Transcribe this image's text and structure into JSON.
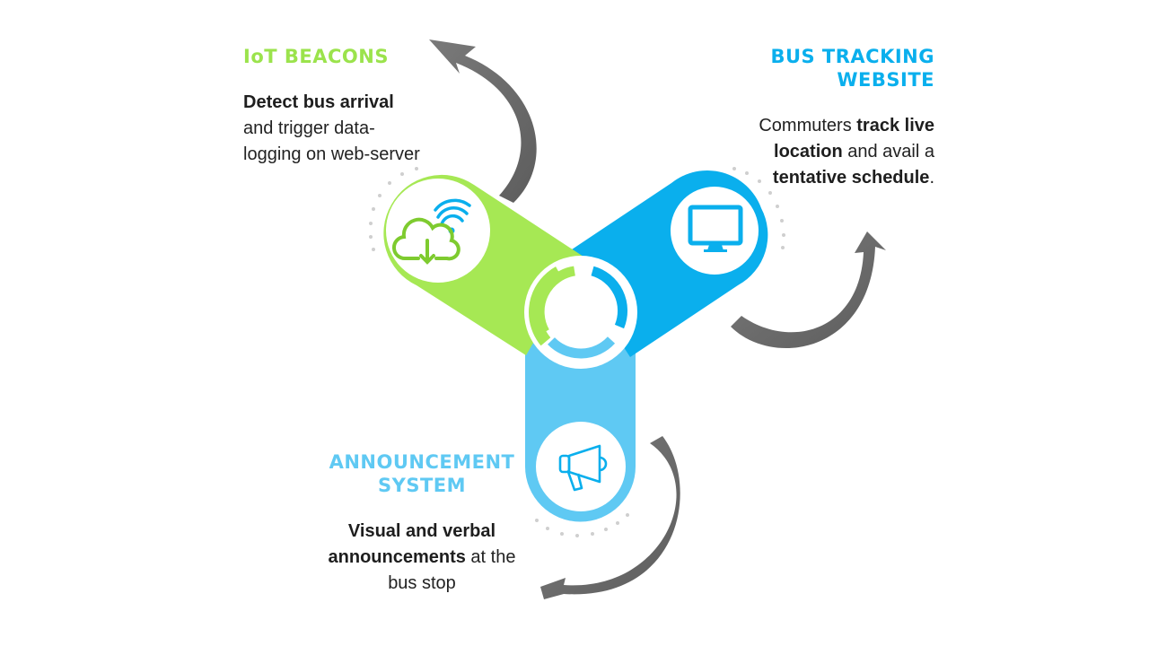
{
  "sections": {
    "iot": {
      "title": "IoT BEACONS",
      "desc_bold": "Detect bus arrival",
      "desc_rest": " and trigger data-logging on web-server",
      "icon": "cloud-download-wifi-icon",
      "color": "#9be34c"
    },
    "bus": {
      "title_line1": "BUS TRACKING",
      "title_line2": "WEBSITE",
      "desc_1": "Commuters ",
      "desc_2": "track live location",
      "desc_3": " and avail a ",
      "desc_4": "tentative schedule",
      "desc_5": ".",
      "icon": "monitor-icon",
      "color": "#0aafed"
    },
    "ann": {
      "title_line1": "ANNOUNCEMENT",
      "title_line2": "SYSTEM",
      "desc_bold": "Visual and verbal announcements",
      "desc_rest": " at the bus stop",
      "icon": "megaphone-icon",
      "color": "#5fc9f3"
    }
  },
  "center": {
    "icon": "cycle-icon"
  },
  "arrow_color": "#6e6e6e"
}
